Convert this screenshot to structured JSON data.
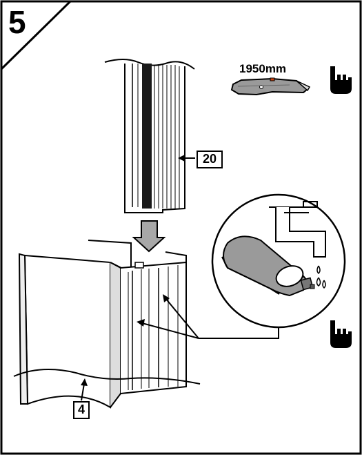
{
  "step": {
    "number": "5"
  },
  "cut": {
    "length": "1950mm"
  },
  "parts": {
    "seal": "20",
    "profile": "4"
  },
  "icons": {
    "knife": "utility-knife-icon",
    "hand_top": "hand-press-icon",
    "hand_bottom": "hand-press-icon",
    "water": "water-tap-icon",
    "soap": "soap-bottle-icon"
  },
  "colors": {
    "line": "#000000",
    "paper": "#ffffff",
    "shade": "#aaaaaa",
    "knife_tip": "#cc4411"
  }
}
